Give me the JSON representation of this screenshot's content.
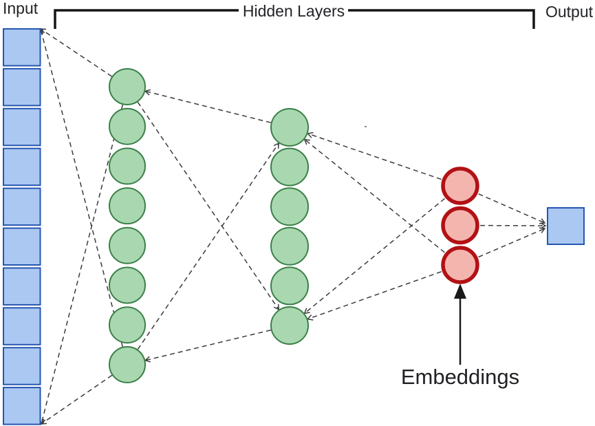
{
  "diagram": {
    "type": "neural-network-autoencoder-embeddings",
    "labels": {
      "input": "Input",
      "hidden_layers": "Hidden Layers",
      "output": "Output",
      "embeddings": "Embeddings"
    },
    "layers": [
      {
        "id": "input",
        "shape": "square",
        "count": 10,
        "fill": "#abc8f3",
        "stroke": "#2456b0"
      },
      {
        "id": "hidden1",
        "shape": "circle",
        "count": 8,
        "fill": "#a9d8b0",
        "stroke": "#3a8048"
      },
      {
        "id": "hidden2",
        "shape": "circle",
        "count": 6,
        "fill": "#a9d8b0",
        "stroke": "#3a8048"
      },
      {
        "id": "embeddings",
        "shape": "circle",
        "count": 3,
        "fill": "#f5b5af",
        "stroke": "#b21115"
      },
      {
        "id": "output",
        "shape": "square",
        "count": 1,
        "fill": "#abc8f3",
        "stroke": "#2456b0"
      }
    ],
    "connector": {
      "color": "#3b3b3b",
      "style": "dashed"
    },
    "pointer": {
      "color": "#1a1a1a"
    }
  }
}
